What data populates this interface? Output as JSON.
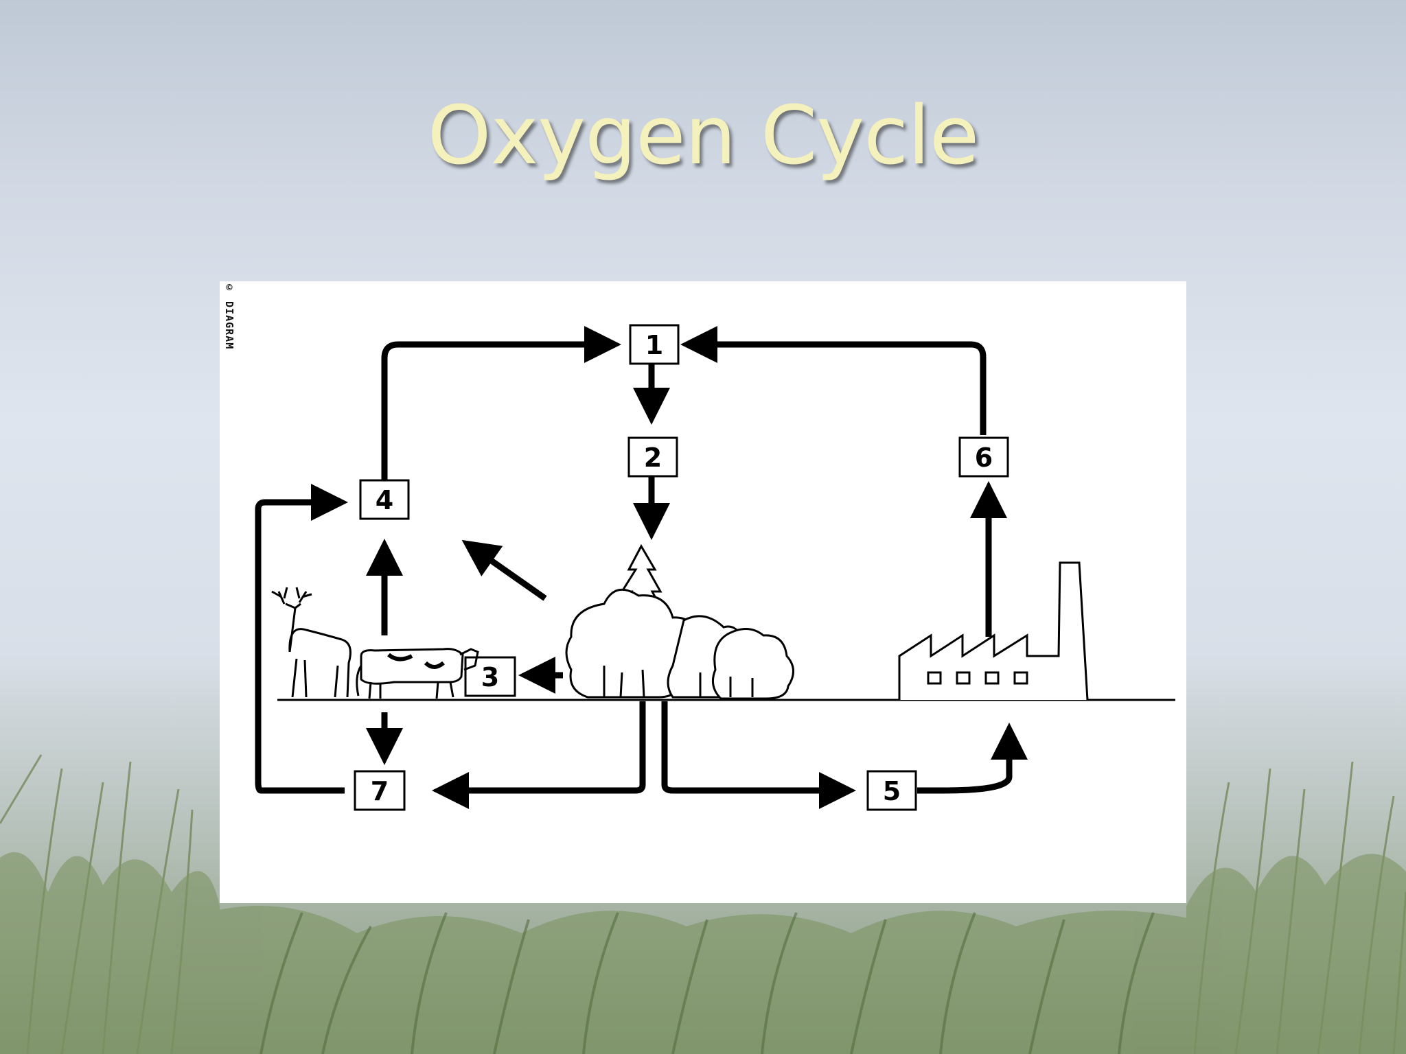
{
  "slide": {
    "title": "Oxygen Cycle",
    "title_color": "#f4f1bd"
  },
  "diagram": {
    "credit": "© DIAGRAM",
    "labels": {
      "n1": "1",
      "n2": "2",
      "n3": "3",
      "n4": "4",
      "n5": "5",
      "n6": "6",
      "n7": "7"
    }
  }
}
